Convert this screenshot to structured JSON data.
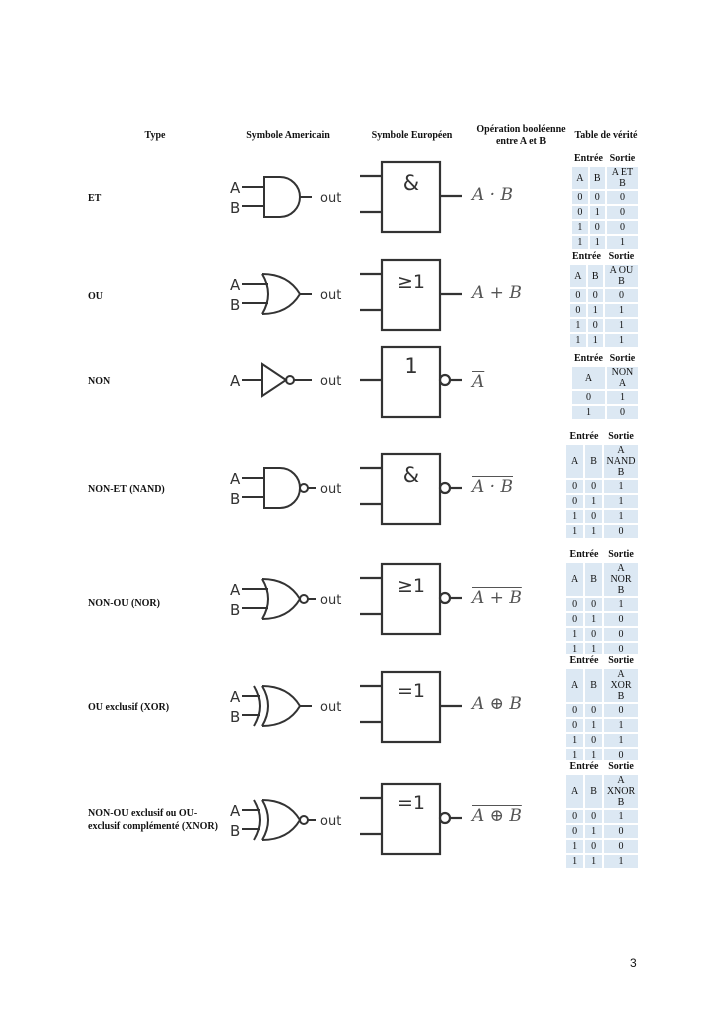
{
  "headers": {
    "type": "Type",
    "american": "Symbole Americain",
    "european": "Symbole Européen",
    "operation_l1": "Opération booléenne",
    "operation_l2": "entre A et B",
    "truth_table": "Table de vérité"
  },
  "symbol_text": {
    "a": "A",
    "b": "B",
    "out": "out"
  },
  "gates": [
    {
      "name": "ET",
      "euro": "&",
      "operation": "A · B",
      "table": {
        "h1": "Entrée",
        "h2": "Sortie",
        "cols": [
          "A",
          "B",
          "A ET B"
        ],
        "rows": [
          [
            "0",
            "0",
            "0"
          ],
          [
            "0",
            "1",
            "0"
          ],
          [
            "1",
            "0",
            "0"
          ],
          [
            "1",
            "1",
            "1"
          ]
        ]
      }
    },
    {
      "name": "OU",
      "euro": "≥1",
      "operation": "A + B",
      "table": {
        "h1": "Entrée",
        "h2": "Sortie",
        "cols": [
          "A",
          "B",
          "A OU B"
        ],
        "rows": [
          [
            "0",
            "0",
            "0"
          ],
          [
            "0",
            "1",
            "1"
          ],
          [
            "1",
            "0",
            "1"
          ],
          [
            "1",
            "1",
            "1"
          ]
        ]
      }
    },
    {
      "name": "NON",
      "euro": "1",
      "operation": "A",
      "table": {
        "h1": "Entrée",
        "h2": "Sortie",
        "cols": [
          "A",
          "NON A"
        ],
        "rows": [
          [
            "0",
            "1"
          ],
          [
            "1",
            "0"
          ]
        ]
      }
    },
    {
      "name": "NON-ET (NAND)",
      "euro": "&",
      "operation": "A · B",
      "table": {
        "h1": "Entrée",
        "h2": "Sortie",
        "cols": [
          "A",
          "B",
          "A NAND B"
        ],
        "rows": [
          [
            "0",
            "0",
            "1"
          ],
          [
            "0",
            "1",
            "1"
          ],
          [
            "1",
            "0",
            "1"
          ],
          [
            "1",
            "1",
            "0"
          ]
        ]
      }
    },
    {
      "name": "NON-OU (NOR)",
      "euro": "≥1",
      "operation": "A + B",
      "table": {
        "h1": "Entrée",
        "h2": "Sortie",
        "cols": [
          "A",
          "B",
          "A NOR B"
        ],
        "rows": [
          [
            "0",
            "0",
            "1"
          ],
          [
            "0",
            "1",
            "0"
          ],
          [
            "1",
            "0",
            "0"
          ],
          [
            "1",
            "1",
            "0"
          ]
        ]
      }
    },
    {
      "name": "OU exclusif (XOR)",
      "euro": "=1",
      "operation": "A ⊕ B",
      "table": {
        "h1": "Entrée",
        "h2": "Sortie",
        "cols": [
          "A",
          "B",
          "A XOR B"
        ],
        "rows": [
          [
            "0",
            "0",
            "0"
          ],
          [
            "0",
            "1",
            "1"
          ],
          [
            "1",
            "0",
            "1"
          ],
          [
            "1",
            "1",
            "0"
          ]
        ]
      }
    },
    {
      "name_l1": "NON-OU exclusif ou OU-",
      "name_l2": "exclusif complémenté (XNOR)",
      "euro": "=1",
      "operation": "A ⊕ B",
      "table": {
        "h1": "Entrée",
        "h2": "Sortie",
        "cols": [
          "A",
          "B",
          "A XNOR B"
        ],
        "rows": [
          [
            "0",
            "0",
            "1"
          ],
          [
            "0",
            "1",
            "0"
          ],
          [
            "1",
            "0",
            "0"
          ],
          [
            "1",
            "1",
            "1"
          ]
        ]
      }
    }
  ],
  "page_number": "3"
}
